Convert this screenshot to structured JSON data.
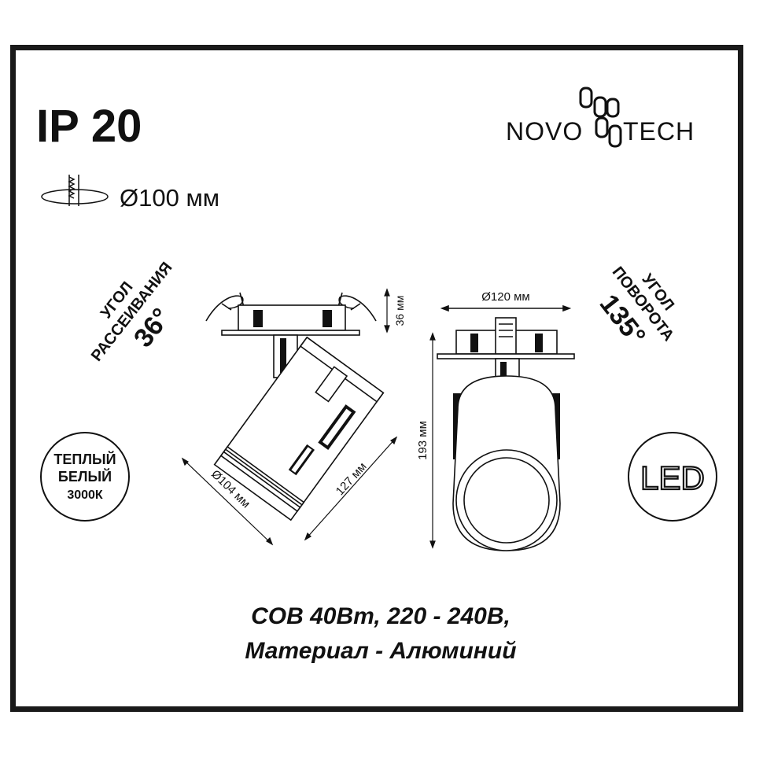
{
  "protection": "IP 20",
  "brand": {
    "name_left": "NOVO",
    "name_right": "TECH"
  },
  "cutout": {
    "text": "Ø100 мм",
    "icon": "ceiling-cutout-icon"
  },
  "beam_angle": {
    "line1": "УГОЛ",
    "line2": "РАССЕИВАНИЯ",
    "value": "36°"
  },
  "rotation_angle": {
    "line1": "УГОЛ",
    "line2": "ПОВОРОТА",
    "value": "135°"
  },
  "color_temp": {
    "line1": "ТЕПЛЫЙ",
    "line2": "БЕЛЫЙ",
    "line3": "3000К"
  },
  "led_badge": "LED",
  "dimensions": {
    "height_top": "36 мм",
    "diameter_head": "Ø104 мм",
    "length_head": "127 мм",
    "diameter_top": "Ø120 мм",
    "height_total": "193 мм"
  },
  "specs": {
    "line1": "COB 40Вт, 220 - 240В,",
    "line2": "Материал - Алюминий"
  },
  "colors": {
    "ink": "#111111",
    "frame": "#1a1a1a",
    "background": "#ffffff"
  }
}
